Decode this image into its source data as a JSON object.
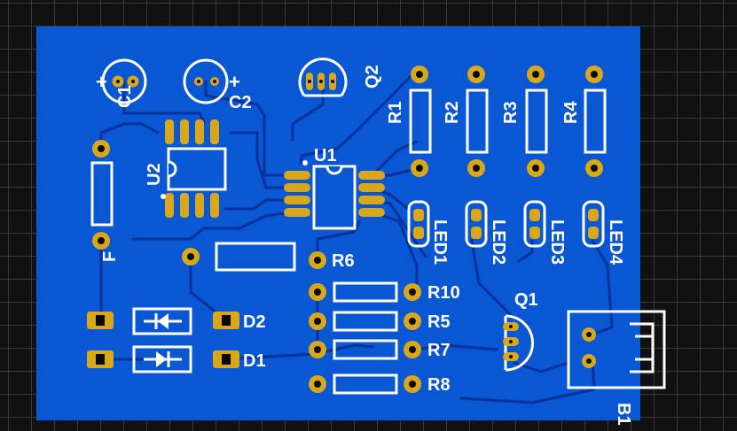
{
  "colors": {
    "board": "#0a57d4",
    "trace": "#04329a",
    "copper_pad": "#d8a81a",
    "silkscreen": "#ffffff",
    "background": "#111111",
    "grid": "#3a3a3a",
    "drill": "#0a0a0a"
  },
  "components": {
    "C1": {
      "ref": "C1",
      "plus": "+"
    },
    "C2": {
      "ref": "C2",
      "plus": "+"
    },
    "Q1": {
      "ref": "Q1"
    },
    "Q2": {
      "ref": "Q2"
    },
    "U1": {
      "ref": "U1"
    },
    "U2": {
      "ref": "U2"
    },
    "F": {
      "ref": "F"
    },
    "R1": {
      "ref": "R1"
    },
    "R2": {
      "ref": "R2"
    },
    "R3": {
      "ref": "R3"
    },
    "R4": {
      "ref": "R4"
    },
    "R5": {
      "ref": "R5"
    },
    "R6": {
      "ref": "R6"
    },
    "R7": {
      "ref": "R7"
    },
    "R8": {
      "ref": "R8"
    },
    "R10": {
      "ref": "R10"
    },
    "LED1": {
      "ref": "LED1"
    },
    "LED2": {
      "ref": "LED2"
    },
    "LED3": {
      "ref": "LED3"
    },
    "LED4": {
      "ref": "LED4"
    },
    "D1": {
      "ref": "D1"
    },
    "D2": {
      "ref": "D2"
    },
    "B1": {
      "ref": "B1"
    }
  }
}
